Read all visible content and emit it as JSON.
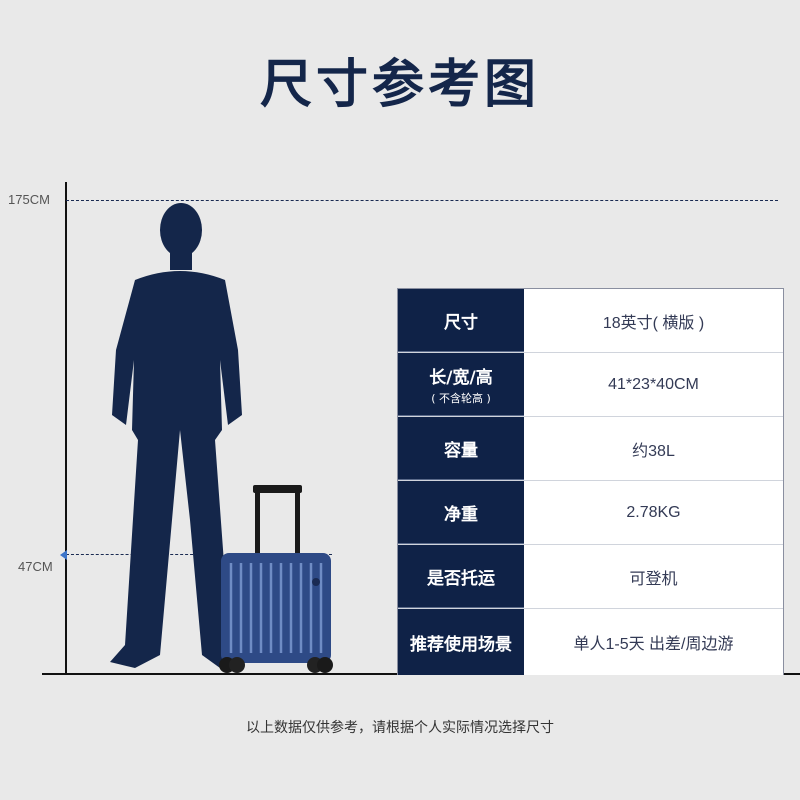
{
  "title": "尺寸参考图",
  "scale": {
    "person_height_label": "175CM",
    "suitcase_height_label": "47CM"
  },
  "colors": {
    "navy": "#0f2247",
    "silhouette": "#14264a",
    "background": "#e9e9e9",
    "suitcase_blue": "#2e4a86"
  },
  "spec_table": {
    "rows": [
      {
        "key": "尺寸",
        "sub": "",
        "value": "18英寸( 横版 )"
      },
      {
        "key": "长/宽/高",
        "sub": "( 不含轮高 )",
        "value": "41*23*40CM"
      },
      {
        "key": "容量",
        "sub": "",
        "value": "约38L"
      },
      {
        "key": "净重",
        "sub": "",
        "value": "2.78KG"
      },
      {
        "key": "是否托运",
        "sub": "",
        "value": "可登机"
      },
      {
        "key": "推荐使用场景",
        "sub": "",
        "value": "单人1-5天 出差/周边游"
      }
    ]
  },
  "footnote": "以上数据仅供参考，请根据个人实际情况选择尺寸"
}
